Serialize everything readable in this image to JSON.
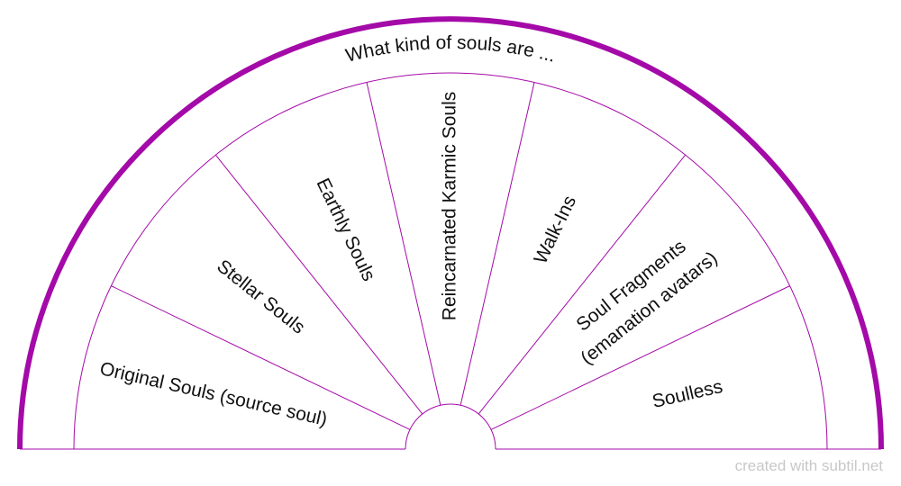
{
  "title": "What kind of souls are ...",
  "segments": [
    {
      "lines": [
        "Original Souls (source soul)"
      ]
    },
    {
      "lines": [
        "Stellar Souls"
      ]
    },
    {
      "lines": [
        "Earthly Souls"
      ]
    },
    {
      "lines": [
        "Reincarnated Karmic Souls"
      ]
    },
    {
      "lines": [
        "Walk-Ins"
      ]
    },
    {
      "lines": [
        "Soul Fragments",
        "(emanation avatars)"
      ]
    },
    {
      "lines": [
        "Soulless"
      ]
    }
  ],
  "colors": {
    "accent": "#a40aa8",
    "line": "#a40aa8",
    "text": "#111111",
    "credit": "#c8c8c8"
  },
  "credit": "created with subtil.net"
}
